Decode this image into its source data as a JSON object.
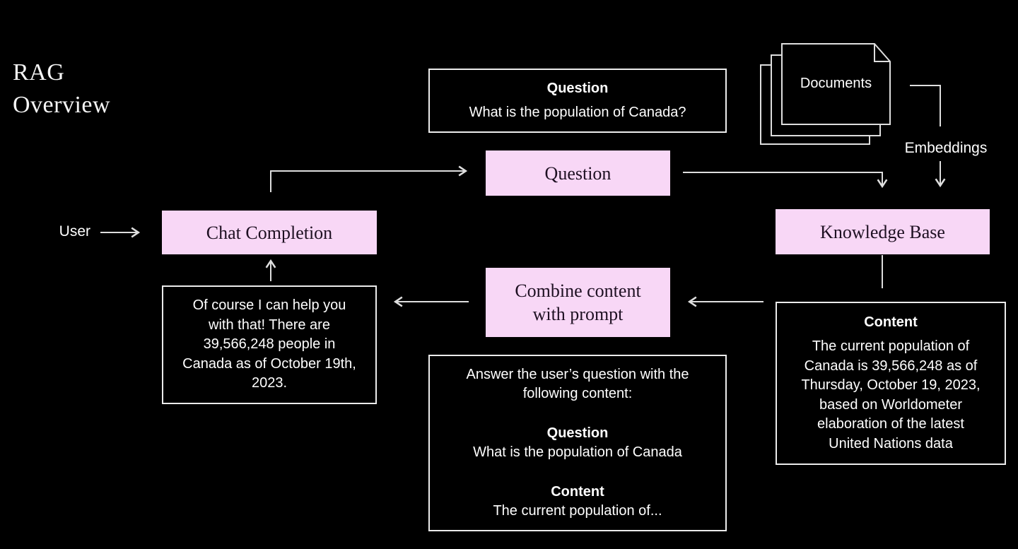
{
  "title": {
    "line1": "RAG",
    "line2": "Overview"
  },
  "colors": {
    "background": "#000000",
    "pink": "#f8d7f6",
    "pink_text": "#1e1022",
    "line": "#dedede",
    "box_border": "#ececec",
    "text": "#ffffff"
  },
  "nodes": {
    "example_question": {
      "heading": "Question",
      "body": "What is the population of Canada?"
    },
    "documents": {
      "label": "Documents"
    },
    "embeddings": {
      "label": "Embeddings"
    },
    "user": {
      "label": "User"
    },
    "question_box": {
      "label": "Question"
    },
    "chat_completion_box": {
      "label": "Chat Completion"
    },
    "knowledge_base_box": {
      "label": "Knowledge Base"
    },
    "combine_box": {
      "lines": [
        "Combine content",
        "with prompt"
      ]
    },
    "answer_box": {
      "lines": [
        "Of course I can help you",
        "with that! There are",
        "39,566,248 people in",
        "Canada as of October 19th,",
        "2023."
      ]
    },
    "content_box": {
      "heading": "Content",
      "lines": [
        "The current population of",
        "Canada is 39,566,248 as of",
        "Thursday, October 19, 2023,",
        "based on Worldometer",
        "elaboration of the latest",
        "United Nations data"
      ]
    },
    "prompt_box": {
      "intro_lines": [
        "Answer the user’s question with the",
        "following content:"
      ],
      "question_heading": "Question",
      "question_body": "What is the population of Canada",
      "content_heading": "Content",
      "content_body": "The current population of..."
    }
  }
}
